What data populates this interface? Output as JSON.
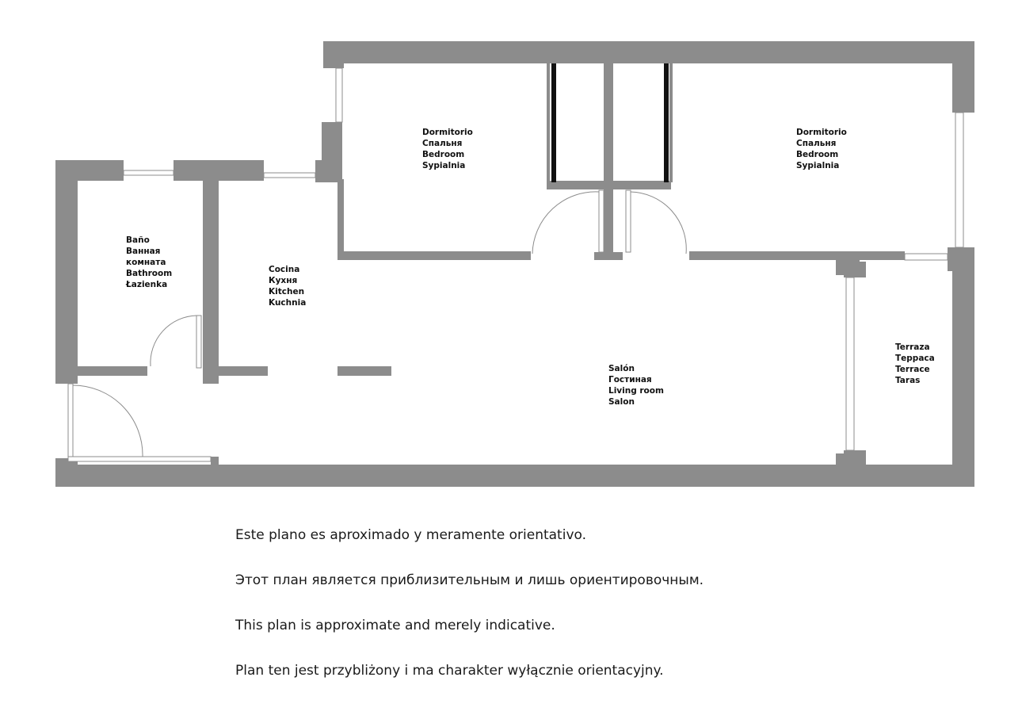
{
  "rooms": {
    "bedroom_left": [
      "Dormitorio",
      "Спальня",
      "Bedroom",
      "Sypialnia"
    ],
    "bedroom_right": [
      "Dormitorio",
      "Спальня",
      "Bedroom",
      "Sypialnia"
    ],
    "bathroom": [
      "Baño",
      "Ванная",
      "комната",
      "Bathroom",
      "Łazienka"
    ],
    "kitchen": [
      "Cocina",
      "Кухня",
      "Kitchen",
      "Kuchnia"
    ],
    "living_room": [
      "Salón",
      "Гостиная",
      "Living room",
      "Salon"
    ],
    "terrace": [
      "Terraza",
      "Терраса",
      "Terrace",
      "Taras"
    ]
  },
  "notes": [
    "Este plano es aproximado y meramente orientativo.",
    "Этот план является приблизительным и лишь ориентировочным.",
    "This plan is approximate and merely indicative.",
    "Plan ten jest przybliżony i ma charakter wyłącznie orientacyjny."
  ],
  "colors": {
    "wall": "#8c8c8c",
    "text": "#111111",
    "background": "#ffffff"
  }
}
